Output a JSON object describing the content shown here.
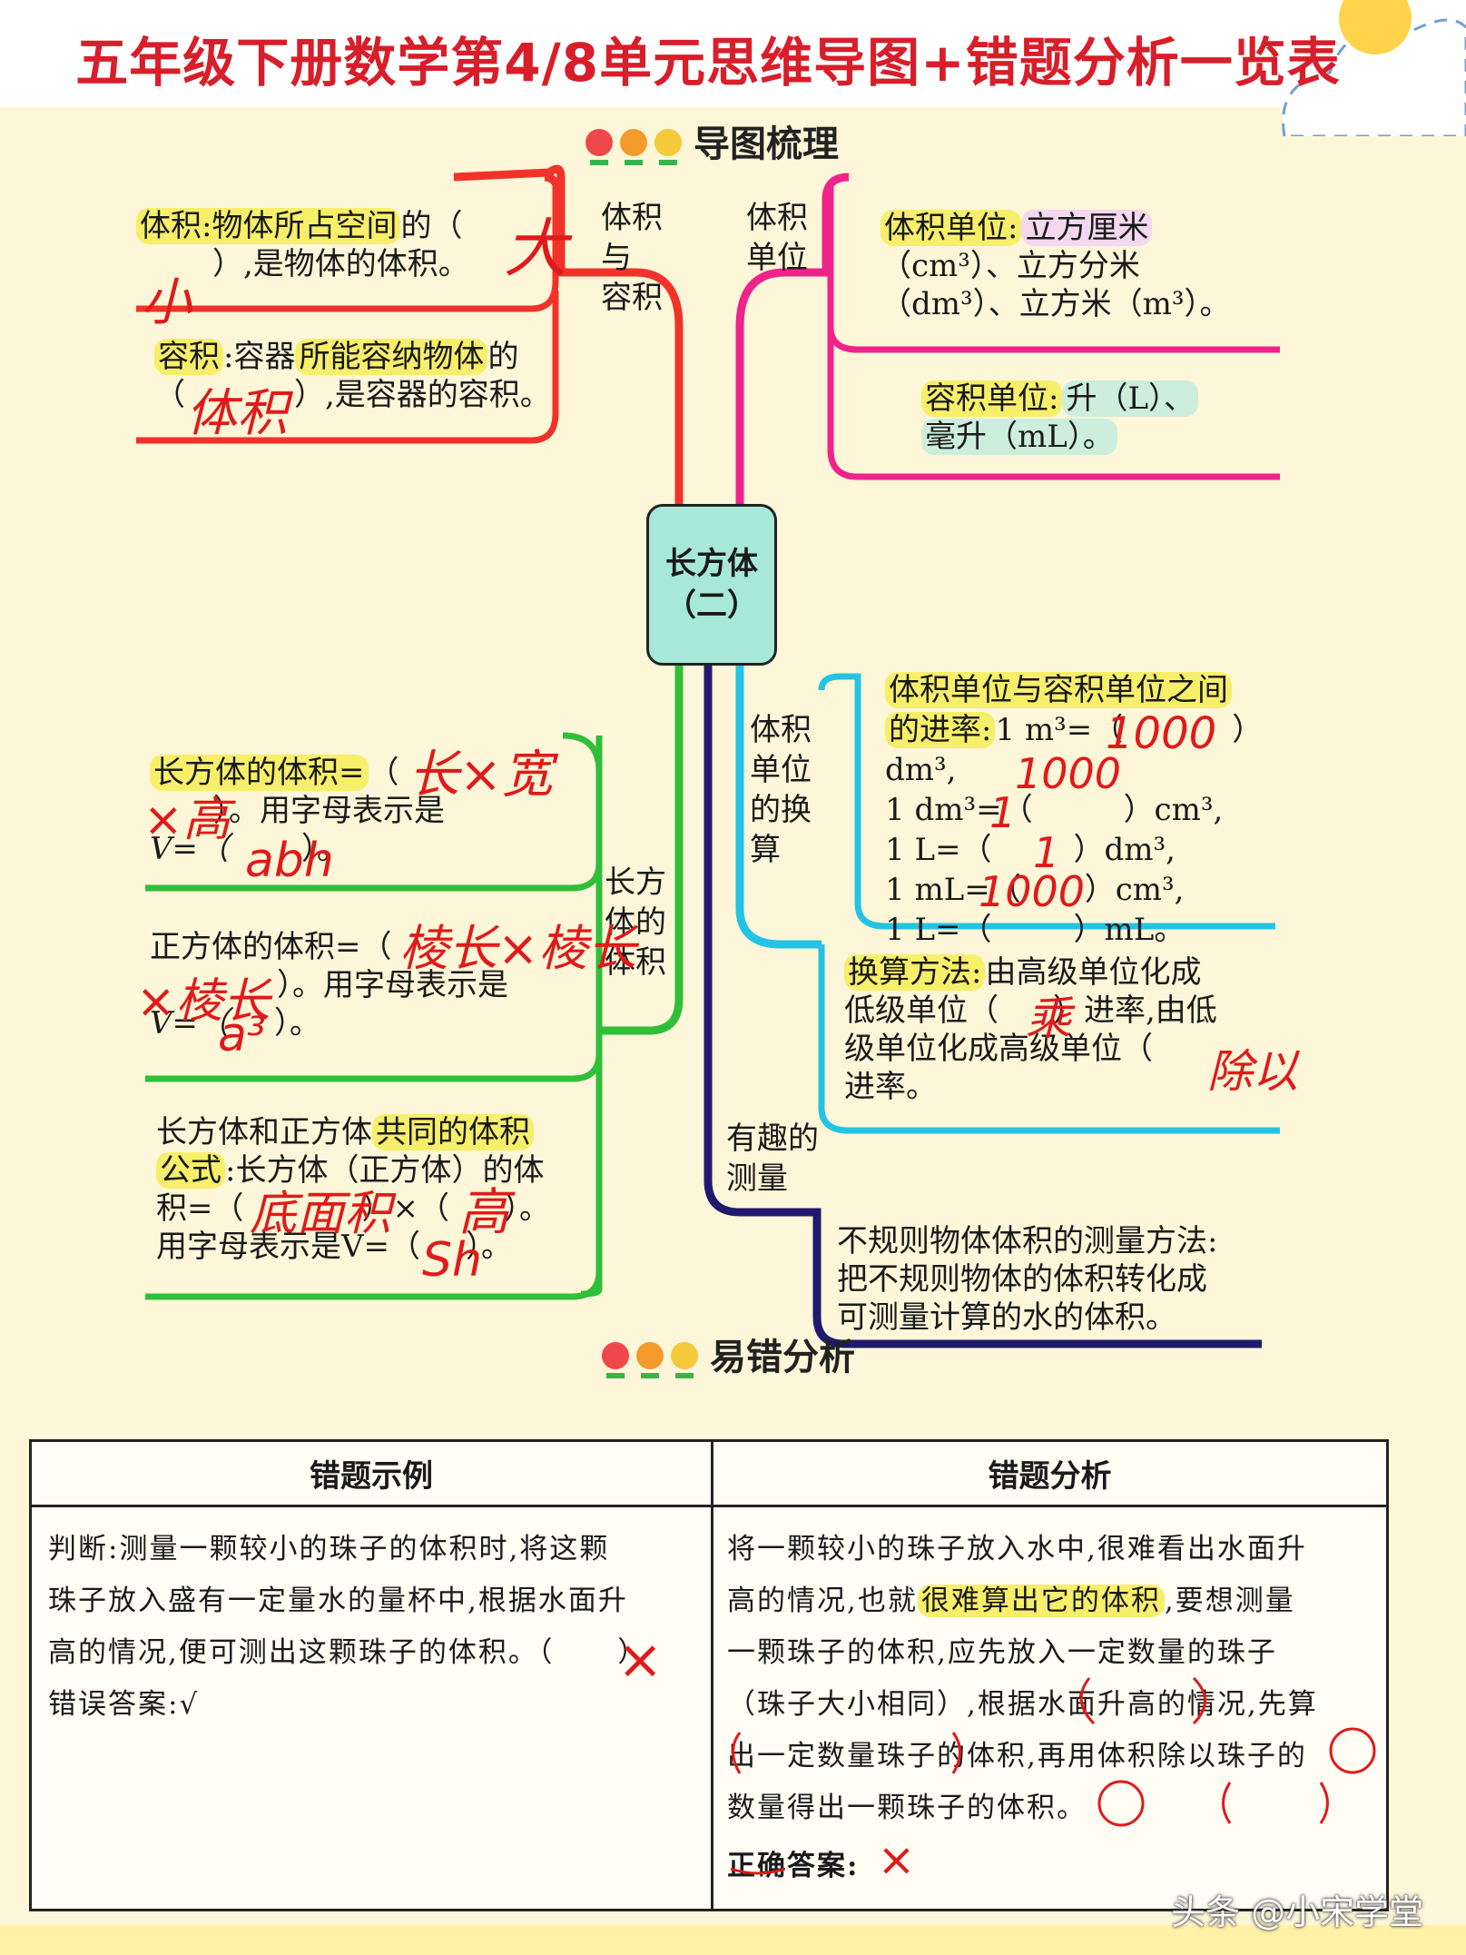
{
  "title": "五年级下册数学第4/8单元思维导图+错题分析一览表",
  "sections": {
    "mindmap": "导图梳理",
    "errors": "易错分析"
  },
  "center": {
    "line1": "长方体",
    "line2": "（二）"
  },
  "branches": {
    "volume_capacity": {
      "label_l1": "体积与",
      "label_l2": "容积",
      "volume_def_term": "体积",
      "volume_def_a": ":物体",
      "volume_def_hl": "所占空间",
      "volume_def_b": "的（",
      "volume_def_c": "）,是物体的体积。",
      "volume_answer_a": "大",
      "volume_answer_b": "小",
      "capacity_term": "容积",
      "capacity_a": ":容器",
      "capacity_hl": "所能容纳物体",
      "capacity_b": "的",
      "capacity_c": "（",
      "capacity_d": "）,是容器的容积。",
      "capacity_answer": "体积"
    },
    "units": {
      "label_l1": "体积",
      "label_l2": "单位",
      "vol_unit_term": "体积单位:",
      "vol_unit_a": "立方厘米",
      "vol_unit_b": "（cm³）、立方分米",
      "vol_unit_c": "（dm³）、立方米（m³）。",
      "cap_unit_term": "容积单位:",
      "cap_unit_a": "升（L）、",
      "cap_unit_b": "毫升（mL）。"
    },
    "formulas": {
      "label_l1": "长方",
      "label_l2": "体的",
      "label_l3": "体积",
      "cuboid_hl": "长方体的体积=",
      "cuboid_a": "（",
      "cuboid_b": "）。用字母表示是",
      "cuboid_c": "V=（",
      "cuboid_d": "）。",
      "cuboid_ans1": "长×宽",
      "cuboid_ans2": "×高",
      "cuboid_ans3": "abh",
      "cube_a": "正方体的体积=（",
      "cube_b": "）。用字母表示是",
      "cube_c": "V=（",
      "cube_d": "）。",
      "cube_ans1": "棱长×棱长",
      "cube_ans2": "×棱长",
      "cube_ans3": "a³",
      "common_a": "长方体和正方体",
      "common_hl": "共同的体积",
      "common_hl2": "公式",
      "common_b": ":长方体（正方体）的体",
      "common_c": "积=（",
      "common_d": "）×（",
      "common_e": "）。",
      "common_f": "用字母表示是V=（",
      "common_g": "）。",
      "common_ans1": "底面积",
      "common_ans2": "高",
      "common_ans3": "Sh"
    },
    "conversion": {
      "label_l1": "体积",
      "label_l2": "单位",
      "label_l3": "的换",
      "label_l4": "算",
      "rate_hl1": "体积单位与容积单位之间",
      "rate_hl2": "的进率:",
      "rate_l1": "1 m³=（",
      "rate_l1b": "）dm³,",
      "rate_l2": "1 dm³=（",
      "rate_l2b": "）cm³,",
      "rate_l3": "1 L=（",
      "rate_l3b": "）dm³,",
      "rate_l4": "1 mL=（",
      "rate_l4b": "）cm³,",
      "rate_l5": "1 L=（",
      "rate_l5b": "）mL。",
      "ans1": "1000",
      "ans2": "1000",
      "ans3": "1",
      "ans4": "1",
      "ans5": "1000",
      "method_hl": "换算方法:",
      "method_a": "由高级单位化成",
      "method_b": "低级单位（",
      "method_c": "）进率,由低",
      "method_d": "级单位化成高级单位（",
      "method_e": "进率。",
      "method_ans1": "乘",
      "method_ans2": "除以"
    },
    "measure": {
      "label_l1": "有趣的",
      "label_l2": "测量",
      "text_l1": "不规则物体体积的测量方法:",
      "text_l2": "把不规则物体的体积转化成",
      "text_l3": "可测量计算的水的体积。"
    }
  },
  "table": {
    "col1": "错题示例",
    "col2": "错题分析",
    "example": [
      "判断:测量一颗较小的珠子的体积时,将这颗",
      "珠子放入盛有一定量水的量杯中,根据水面升",
      "高的情况,便可测出这颗珠子的体积。（",
      "错误答案:√"
    ],
    "example_paren_close": "）",
    "example_mark": "×",
    "analysis_l1": "将一颗较小的珠子放入水中,很难看出水面升",
    "analysis_l2a": "高的情况,也就",
    "analysis_l2hl": "很难算出它的体积",
    "analysis_l2b": ",要想测量",
    "analysis_l3": "一颗珠子的体积,应先放入一定数量的珠子",
    "analysis_l4": "（珠子大小相同）,根据水面升高的情况,先算",
    "analysis_l5": "出一定数量珠子的体积,再用体积除以珠子的",
    "analysis_l6": "数量得出一颗珠子的体积。",
    "answer_label": "正确答案:",
    "answer_mark": "×"
  },
  "watermark": "头条 @小宋学堂",
  "colors": {
    "red_branch": "#f0332a",
    "pink_branch": "#f0238a",
    "green_branch": "#2fbf3a",
    "cyan_branch": "#23c4e3",
    "navy_branch": "#1f1a6e",
    "title_red": "#d81e2a",
    "handwriting": "#e01a1a"
  }
}
